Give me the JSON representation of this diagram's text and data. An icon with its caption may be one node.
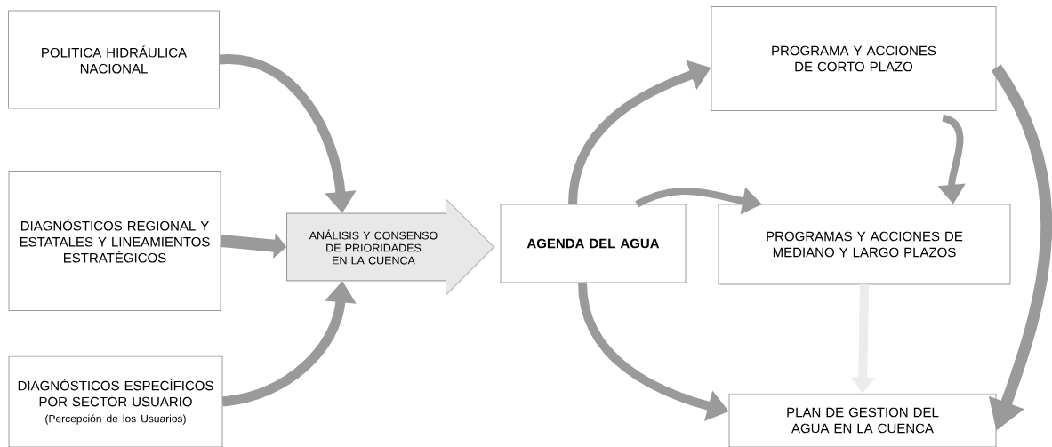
{
  "diagram": {
    "nodes": [
      {
        "text": [
          "POLITICA HIDRÁULICA NACIONAL"
        ]
      },
      {
        "text": [
          "DIAGNÓSTICOS REGIONAL Y ESTATALES Y LINEAMIENTOS ESTRATÉGICOS"
        ]
      },
      {
        "text": [
          "DIAGNÓSTICOS ESPECÍFICOS POR SECTOR USUARIO",
          "(Percepción de los Usuarios)"
        ]
      },
      {
        "text": [
          "ANÁLISIS Y CONSENSO DE PRIORIDADES EN LA CUENCA"
        ]
      },
      {
        "text": [
          "AGENDA DEL AGUA"
        ]
      },
      {
        "text": [
          "PROGRAMA Y ACCIONES DE CORTO PLAZO"
        ]
      },
      {
        "text": [
          "PROGRAMAS Y ACCIONES DE MEDIANO Y LARGO PLAZOS"
        ]
      },
      {
        "text": [
          "PLAN DE GESTION DEL AGUA EN LA CUENCA"
        ]
      }
    ],
    "edges": [
      {
        "from": 0,
        "to": 3,
        "arrow": "to"
      },
      {
        "from": 1,
        "to": 3,
        "arrow": "to"
      },
      {
        "from": 2,
        "to": 3,
        "arrow": "to"
      },
      {
        "from": 4,
        "to": 5,
        "arrow": "to"
      },
      {
        "from": 4,
        "to": 6,
        "arrow": "to"
      },
      {
        "from": 4,
        "to": 7,
        "arrow": "to"
      },
      {
        "from": 5,
        "to": 6,
        "arrow": "to"
      },
      {
        "from": 6,
        "to": 7,
        "arrow": "to",
        "color": "#ececec"
      },
      {
        "from": 5,
        "to": 7,
        "arrow": "to"
      }
    ]
  }
}
